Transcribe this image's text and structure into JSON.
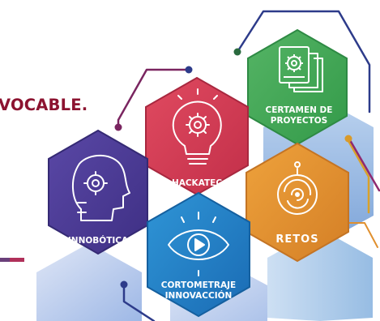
{
  "headline": "VOCABLE.",
  "hexagons": {
    "innobotica": {
      "label": "INNOBÓTICA",
      "color": "#4b3c95",
      "icon": "robot-head-gear-icon"
    },
    "hackatec": {
      "label": "HACKATEC",
      "color": "#d23a52",
      "icon": "lightbulb-gear-icon"
    },
    "certamen": {
      "label_line1": "CERTAMEN DE",
      "label_line2": "PROYECTOS",
      "color": "#43a857",
      "icon": "document-gear-icon"
    },
    "retos": {
      "label": "RETOS",
      "color": "#e0902f",
      "icon": "maze-target-icon"
    },
    "cortometraje": {
      "label_line1": "CORTOMETRAJE",
      "label_line2": "INNOVACCIÓN",
      "color": "#1f80c6",
      "icon": "eye-play-icon"
    }
  },
  "colors": {
    "accent_line": "#8c1330",
    "connector": "#2d3b8a",
    "connector_alt": "#3a8a3f",
    "bar": "#b0305a"
  }
}
